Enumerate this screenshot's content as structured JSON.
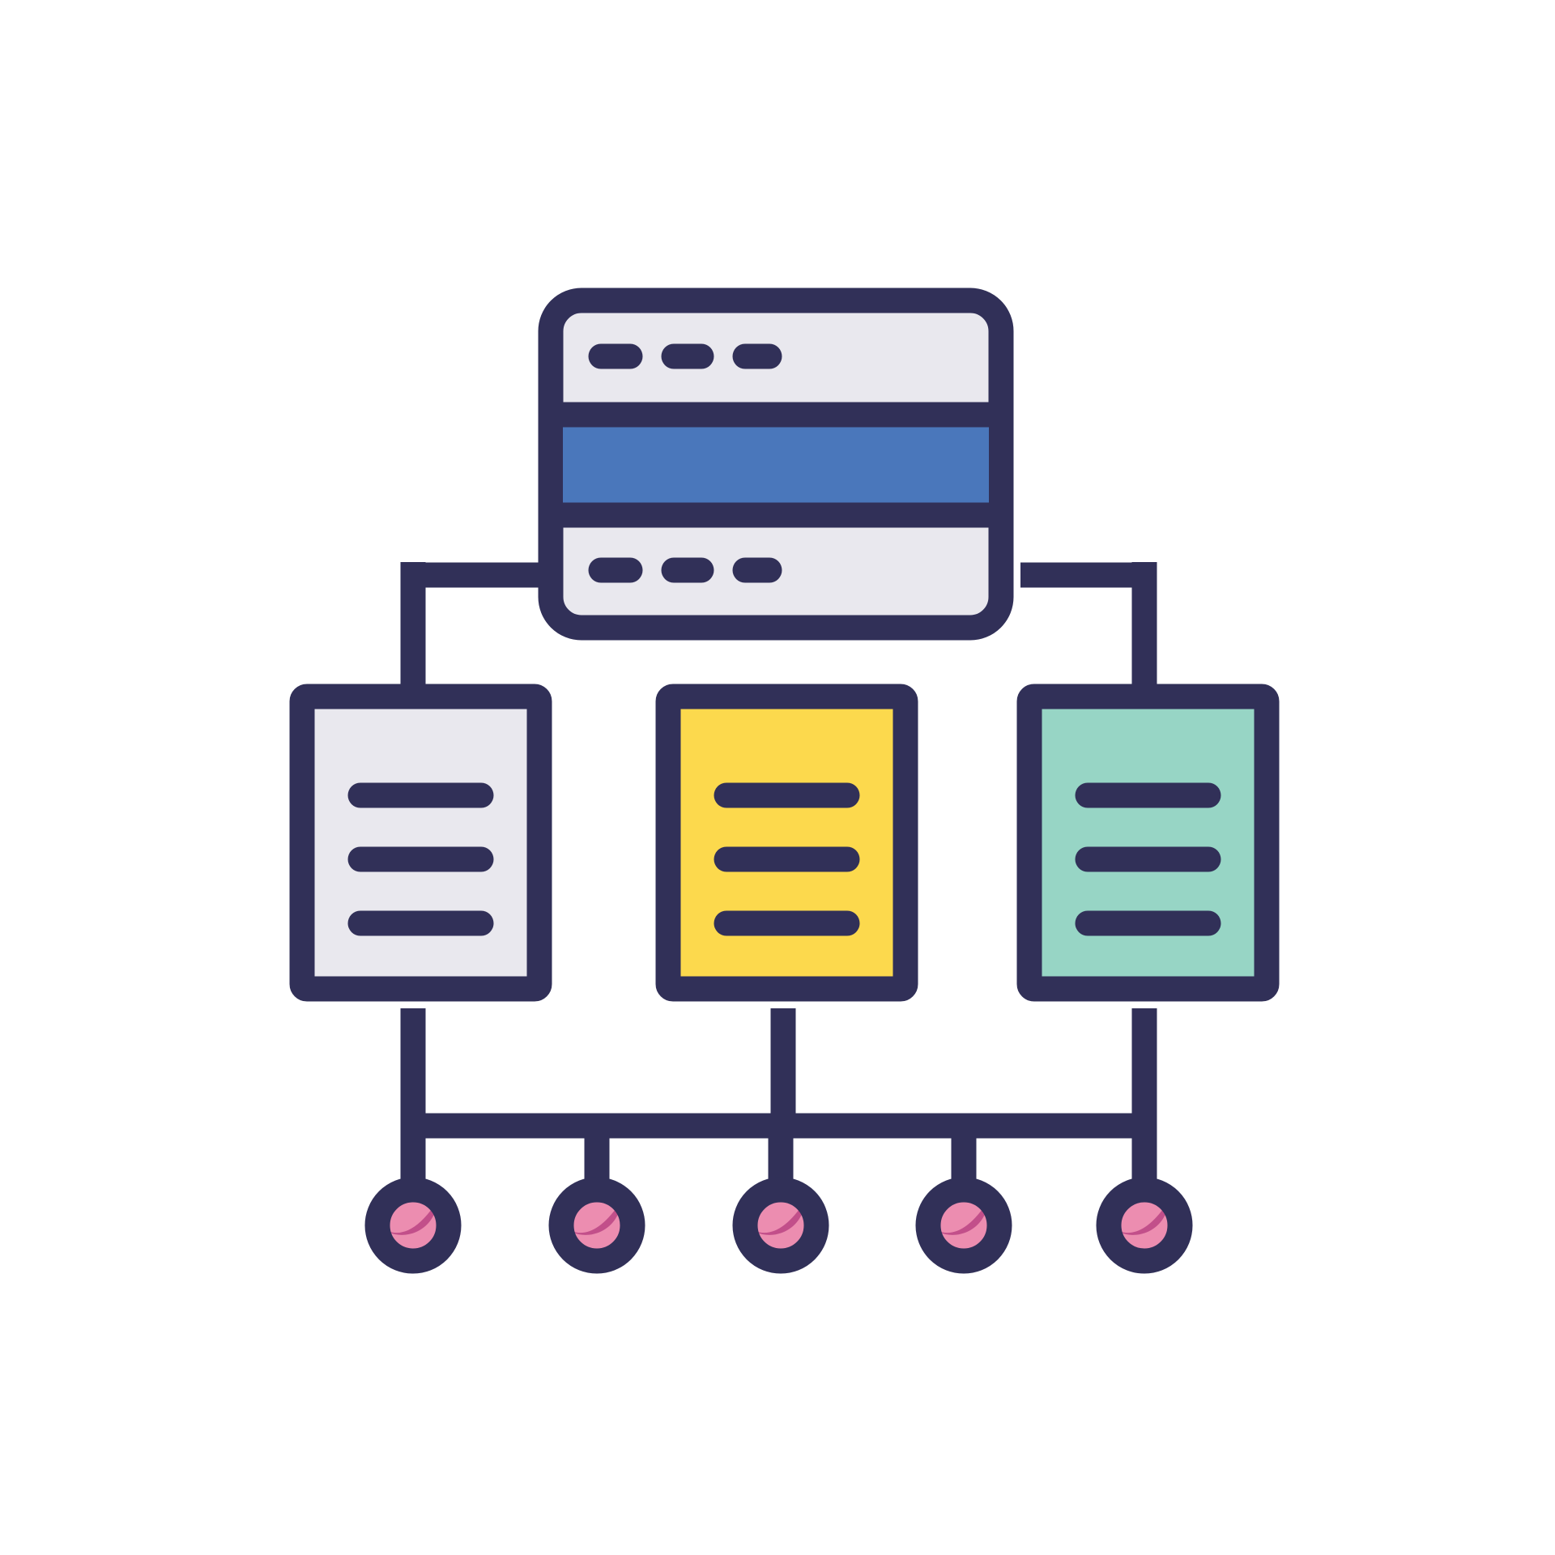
{
  "icon": {
    "name": "server-network-diagram-icon",
    "colors": {
      "background": "#ffffff",
      "outline": "#313058",
      "server_panel": "#e9e8ee",
      "server_band": "#4a77bb",
      "document_left": "#e9e8ee",
      "document_middle": "#fcd94d",
      "document_right": "#97d5c5",
      "node_light": "#ec8db0",
      "node_dark": "#c24f8a"
    },
    "server": {
      "icon": "server-icon",
      "rack_units": 2,
      "status_lights_per_unit": 3
    },
    "documents": [
      {
        "id": "left",
        "icon": "document-icon",
        "fill": "#e9e8ee",
        "text_lines": 3
      },
      {
        "id": "middle",
        "icon": "document-icon",
        "fill": "#fcd94d",
        "text_lines": 3
      },
      {
        "id": "right",
        "icon": "document-icon",
        "fill": "#97d5c5",
        "text_lines": 3
      }
    ],
    "nodes": [
      {
        "id": "node-1",
        "icon": "network-node-icon"
      },
      {
        "id": "node-2",
        "icon": "network-node-icon"
      },
      {
        "id": "node-3",
        "icon": "network-node-icon"
      },
      {
        "id": "node-4",
        "icon": "network-node-icon"
      },
      {
        "id": "node-5",
        "icon": "network-node-icon"
      }
    ]
  }
}
